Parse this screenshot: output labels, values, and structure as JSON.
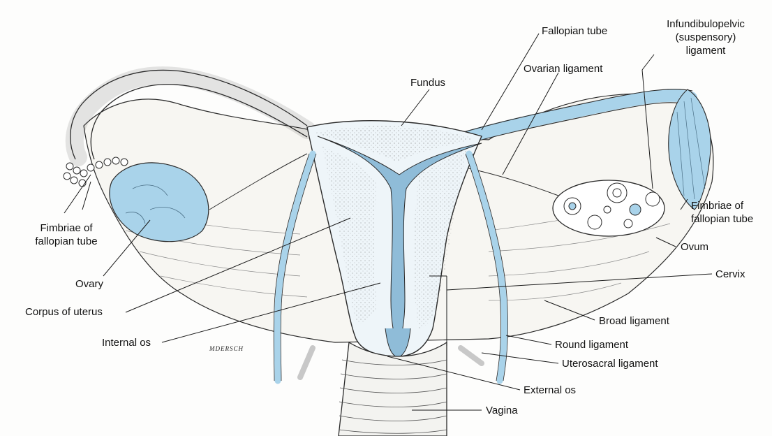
{
  "colors": {
    "tissue_blue": "#a9d3ea",
    "tissue_blue_dark": "#8fbcd8",
    "ink": "#1a1a1a",
    "paper": "#fdfdfc"
  },
  "labels": {
    "fallopian_tube_top": "Fallopian tube",
    "infundibulopelvic_1": "Infundibulopelvic",
    "infundibulopelvic_2": "(suspensory)",
    "infundibulopelvic_3": "ligament",
    "fundus": "Fundus",
    "ovarian_ligament": "Ovarian ligament",
    "fimbriae_left_1": "Fimbriae of",
    "fimbriae_left_2": "fallopian tube",
    "fimbriae_right_1": "Fimbriae of",
    "fimbriae_right_2": "fallopian tube",
    "ovary": "Ovary",
    "ovum": "Ovum",
    "cervix": "Cervix",
    "corpus_of_uterus": "Corpus of uterus",
    "broad_ligament": "Broad ligament",
    "internal_os": "Internal os",
    "round_ligament": "Round ligament",
    "uterosacral_ligament": "Uterosacral ligament",
    "external_os": "External os",
    "vagina": "Vagina",
    "artist_signature": "MDERSCH"
  }
}
